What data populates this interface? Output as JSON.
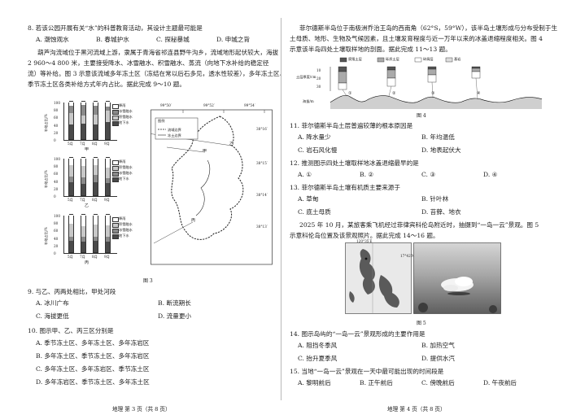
{
  "left": {
    "q8": {
      "stem": "8. 若该公园开展有关“水”的科普教育活动，其设计主题最可能是",
      "options": [
        "A. 潮蚀观水",
        "B. 春城护水",
        "C. 探秘暴城",
        "D. 申城之背"
      ]
    },
    "passage": [
      "葫芦沟流域位于黑河流域上游，隶属于青海省祁连县野牛沟乡，流域地形起伏较大，海拔",
      "2 960～4 800 米，主要接受降水、冰雪融水、积雪融水、蒸流（向地下水补给的稳定径",
      "流）等补给。图 3 示意该流域多年冻土区（冻结在常以后石多见，透水性较差），多年冻土区、",
      "季节冻土区各类补给方式年内占比。据此完成 9～10 题。"
    ],
    "figure3": {
      "caption": "图 3",
      "yaxis_label": "补给占比/%",
      "y_ticks": [
        "100",
        "80",
        "60",
        "40",
        "20",
        "0"
      ],
      "months": [
        "5月",
        "7月",
        "8月",
        "9月"
      ],
      "sub_labels": [
        "甲",
        "乙",
        "丙"
      ],
      "legend_a": [
        "降雨",
        "冰雪融水",
        "积雪融水",
        "地下水"
      ],
      "legend_b": [
        "降雨",
        "积雪融水",
        "冰雪融水",
        "地下水"
      ],
      "legend_c": [
        "降雨",
        "积雪融水",
        "冰雪融水",
        "地下水"
      ],
      "map_legend_title": "图例",
      "map_legend_items": [
        "流域边界",
        "冻土边界"
      ],
      "lon_labels": [
        "99°50′",
        "99°52′",
        "99°54′"
      ],
      "lat_labels": [
        "38°16′",
        "38°15′",
        "38°14′",
        "38°13′"
      ],
      "map_points": [
        "甲",
        "乙",
        "丙"
      ]
    },
    "q9": {
      "stem": "9. 与乙、丙两处相比，甲处河段",
      "options": [
        "A. 冰川广布",
        "B. 断流期长",
        "C. 海拔更低",
        "D. 流量更小"
      ]
    },
    "q10": {
      "stem": "10. 图示甲、乙、丙三区分别是",
      "options": [
        "A. 季节冻土区、多年冻土区、多年冻岩区",
        "B. 多年冻土区、季节冻土区、多年冻岩区",
        "C. 多年冻土区、多年冻岩区、季节冻土区",
        "D. 多年冻岩区、季节冻土区、多年冻土区"
      ]
    },
    "footer": "地理   第 3 页（共 8 页）"
  },
  "right": {
    "intro": [
      "菲尔德斯半岛位于南极洲乔治王岛的西南角（62°S，59°W），该半岛土壤形成与分布受制于生",
      "土母质、地形、生物及气候因素，且土壤发育程度与近一万年以来的冰盖退缩程度相关。图 4",
      "示意该半岛四处土壤取样地的剖面。据此完成 11～13 题。"
    ],
    "figure4": {
      "caption": "图 4",
      "legend": [
        "腐殖土层",
        "砾质土层",
        "碎屑层",
        "基岩"
      ],
      "yaxis_label": "土层厚度/cm",
      "y_ticks": [
        "10",
        "20",
        "30"
      ],
      "elev_label": "海拔/m",
      "sites": [
        "①",
        "②",
        "③",
        "④"
      ]
    },
    "q11": {
      "stem": "11. 菲尔德斯半岛土层普遍较薄的根本原因是",
      "options": [
        "A. 降水量少",
        "B. 年均温低",
        "C. 岩石风化慢",
        "D. 地表起伏大"
      ]
    },
    "q12": {
      "stem": "12. 推测图示四处土壤取样地冰盖退缩最早的是",
      "options": [
        "A. ①",
        "B. ②",
        "C. ③",
        "D. ④"
      ]
    },
    "q13": {
      "stem": "13. 菲尔德斯半岛土壤有机质主要来源于",
      "options": [
        "A. 草甸",
        "B. 针叶林",
        "C. 底土母质",
        "D. 苔藓、地衣"
      ]
    },
    "passage2": [
      "2025 年 10 月，某旅客乘飞机经过菲律宾科伦岛附近时，抽摄到“一岛一云”景观。图 5",
      "示意科伦岛位置及该景观照片。据此完成 14～16 题。"
    ],
    "figure5": {
      "caption": "图 5",
      "lon_label": "120°35′E",
      "lat_label": "17°42′N"
    },
    "q14": {
      "stem": "14. 图示岛屿的“一岛一云”景观形成的主要作用是",
      "options": [
        "A. 阻挡冬季风",
        "B. 加热空气",
        "C. 抬升夏季风",
        "D. 提供水汽"
      ]
    },
    "q15": {
      "stem": "15. 当地“一岛一云”景观在一天中最可能出现的时间段是",
      "options": [
        "A. 黎明前后",
        "B. 正午前后",
        "C. 傍晚前后",
        "D. 午夜前后"
      ]
    },
    "footer": "地理   第 4 页（共 8 页）"
  },
  "chart_data": [
    {
      "type": "bar",
      "title": "",
      "sub_label": "甲",
      "categories": [
        "5月",
        "7月",
        "8月",
        "9月"
      ],
      "ylabel": "补给占比/%",
      "ylim": [
        0,
        100
      ],
      "series": [
        {
          "name": "降雨",
          "values": [
            10,
            8,
            10,
            12
          ]
        },
        {
          "name": "冰雪融水",
          "values": [
            20,
            28,
            24,
            12
          ]
        },
        {
          "name": "积雪融水",
          "values": [
            30,
            22,
            26,
            30
          ]
        },
        {
          "name": "地下水",
          "values": [
            40,
            42,
            40,
            46
          ]
        }
      ]
    },
    {
      "type": "bar",
      "title": "",
      "sub_label": "乙",
      "categories": [
        "5月",
        "7月",
        "8月",
        "9月"
      ],
      "ylabel": "补给占比/%",
      "ylim": [
        0,
        100
      ],
      "series": [
        {
          "name": "降雨",
          "values": [
            20,
            22,
            20,
            26
          ]
        },
        {
          "name": "积雪融水",
          "values": [
            30,
            30,
            26,
            28
          ]
        },
        {
          "name": "冰雪融水",
          "values": [
            16,
            18,
            20,
            14
          ]
        },
        {
          "name": "地下水",
          "values": [
            34,
            30,
            34,
            32
          ]
        }
      ]
    },
    {
      "type": "bar",
      "title": "",
      "sub_label": "丙",
      "categories": [
        "5月",
        "7月",
        "8月",
        "9月"
      ],
      "ylabel": "补给占比/%",
      "ylim": [
        0,
        100
      ],
      "series": [
        {
          "name": "降雨",
          "values": [
            24,
            30,
            26,
            28
          ]
        },
        {
          "name": "积雪融水",
          "values": [
            34,
            28,
            32,
            30
          ]
        },
        {
          "name": "冰雪融水",
          "values": [
            12,
            14,
            12,
            14
          ]
        },
        {
          "name": "地下水",
          "values": [
            30,
            28,
            30,
            28
          ]
        }
      ]
    }
  ],
  "colors": {
    "rain": "#ffffff",
    "glacier": "#8a8a8a",
    "snow": "#c8c8c8",
    "ground": "#4a4a4a",
    "ink": "#1a1a1a"
  }
}
